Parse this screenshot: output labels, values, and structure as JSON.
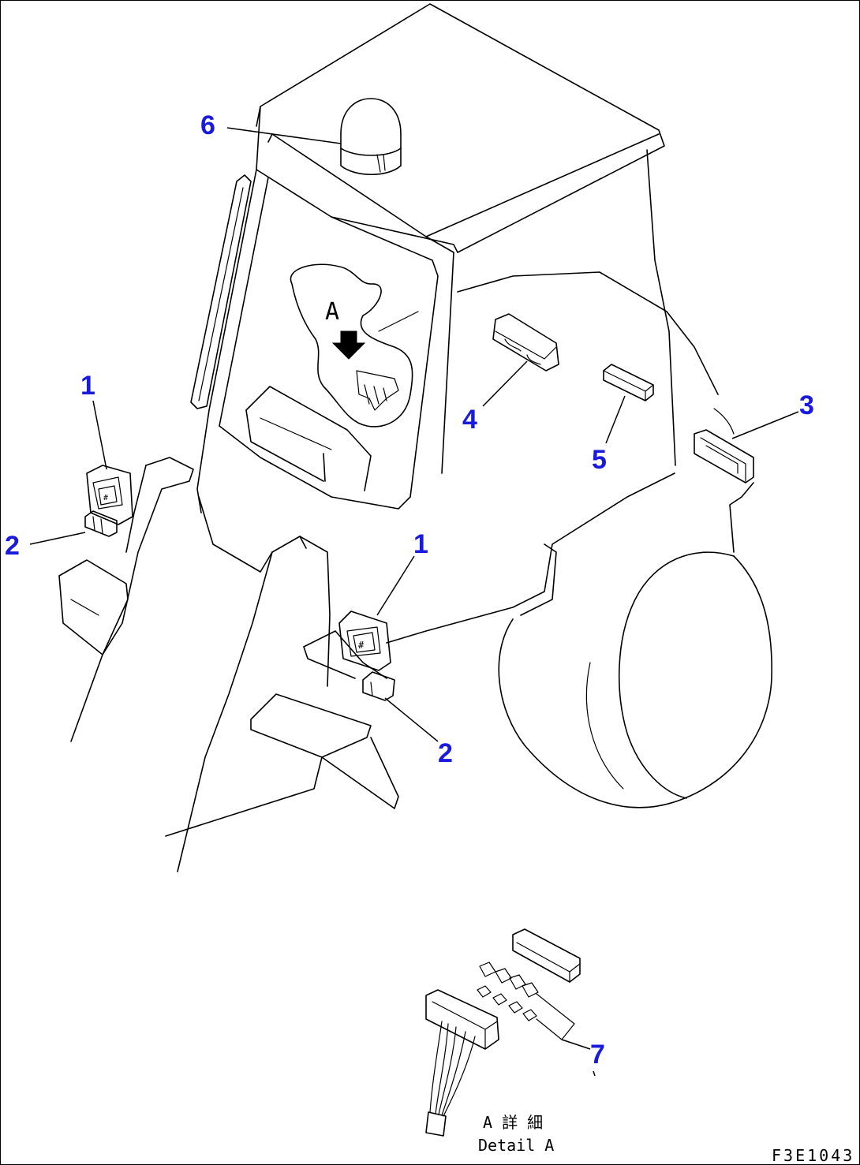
{
  "callouts": {
    "c1a": "1",
    "c2a": "2",
    "c3": "3",
    "c4": "4",
    "c5": "5",
    "c6": "6",
    "c1b": "1",
    "c2b": "2",
    "c7": "7"
  },
  "view_label": "A",
  "detail_caption": {
    "jp": "A 詳 細",
    "en": "Detail A"
  },
  "drawing_code": "F3E1043",
  "colors": {
    "callout": "#1a1adc",
    "line": "#000000"
  }
}
